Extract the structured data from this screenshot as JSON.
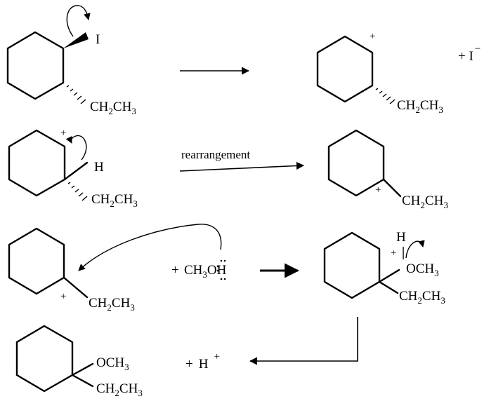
{
  "step1": {
    "reactant": {
      "leaving_group": "I",
      "substituent": {
        "main": "CH",
        "sub1": "2",
        "mid": "CH",
        "sub2": "3"
      }
    },
    "product": {
      "charge": "+",
      "substituent": {
        "main": "CH",
        "sub1": "2",
        "mid": "CH",
        "sub2": "3"
      }
    },
    "byproduct": {
      "text": "+ I",
      "charge": "−"
    }
  },
  "step2": {
    "reactant": {
      "charge": "+",
      "hydrogen": "H",
      "substituent": {
        "main": "CH",
        "sub1": "2",
        "mid": "CH",
        "sub2": "3"
      }
    },
    "arrow_label": "rearrangement",
    "product": {
      "charge": "+",
      "substituent": {
        "main": "CH",
        "sub1": "2",
        "mid": "CH",
        "sub2": "3"
      }
    }
  },
  "step3": {
    "cation": {
      "charge": "+",
      "substituent": {
        "main": "CH",
        "sub1": "2",
        "mid": "CH",
        "sub2": "3"
      }
    },
    "methanol": {
      "plus": "+",
      "ch3": "CH",
      "sub": "3",
      "o": "O",
      "h": "H"
    },
    "oxonium": {
      "hydrogen": "H",
      "charge": "+",
      "methoxy": {
        "main": "OCH",
        "sub": "3"
      },
      "ethyl": {
        "main": "CH",
        "sub1": "2",
        "mid": "CH",
        "sub2": "3"
      }
    }
  },
  "step4": {
    "product": {
      "methoxy": {
        "main": "OCH",
        "sub": "3"
      },
      "ethyl": {
        "main": "CH",
        "sub1": "2",
        "mid": "CH",
        "sub2": "3"
      }
    },
    "byproduct": {
      "plus": "+",
      "h": "H",
      "charge": "+"
    }
  }
}
